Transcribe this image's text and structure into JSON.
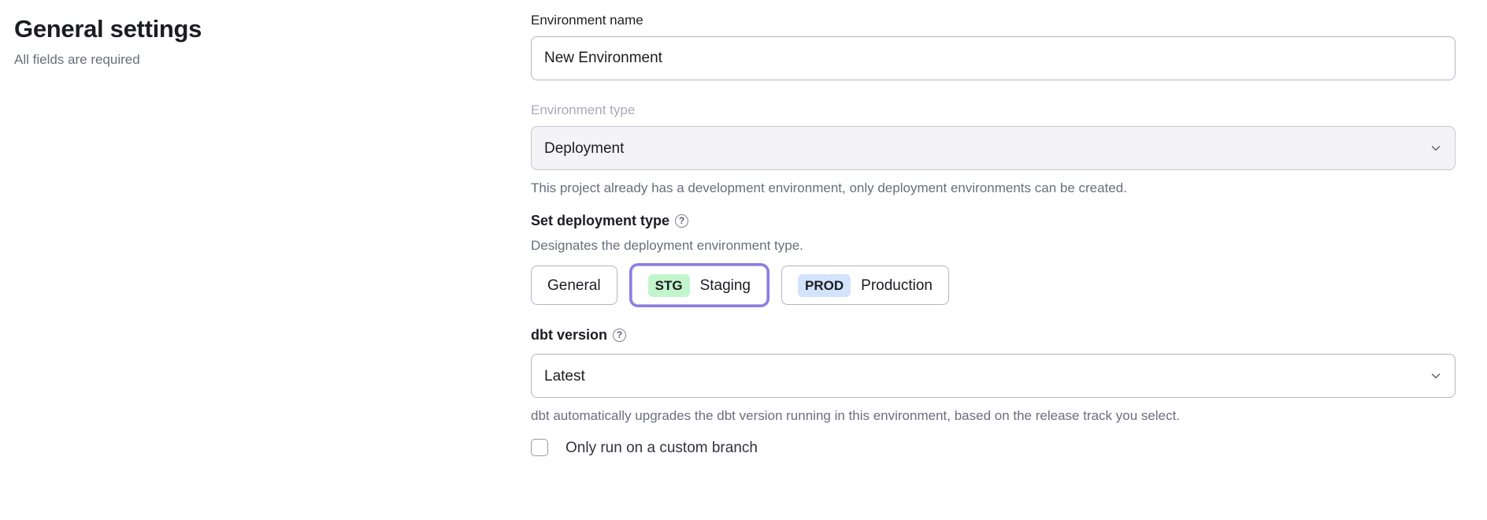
{
  "header": {
    "title": "General settings",
    "subtitle": "All fields are required"
  },
  "form": {
    "environment_name": {
      "label": "Environment name",
      "value": "New Environment",
      "placeholder": "Environment name"
    },
    "environment_type": {
      "label": "Environment type",
      "value": "Deployment",
      "disabled": true,
      "chevron_icon": "chevron-down-icon",
      "help_text": "This project already has a development environment, only deployment environments can be created."
    },
    "deployment_type": {
      "label": "Set deployment type",
      "help_icon": "question-circle-icon",
      "description": "Designates the deployment environment type.",
      "options": [
        {
          "badge": "",
          "label": "General",
          "selected": false
        },
        {
          "badge": "STG",
          "label": "Staging",
          "selected": true
        },
        {
          "badge": "PROD",
          "label": "Production",
          "selected": false
        }
      ]
    },
    "dbt_version": {
      "label": "dbt version",
      "help_icon": "question-circle-icon",
      "value": "Latest",
      "chevron_icon": "chevron-down-icon",
      "help_text": "dbt automatically upgrades the dbt version running in this environment, based on the release track you select."
    },
    "custom_branch": {
      "label": "Only run on a custom branch",
      "checked": false
    }
  },
  "colors": {
    "focus_ring": "#8b7af0",
    "badge_staging_bg": "#c3f5cd",
    "badge_prod_bg": "#d3e3fb",
    "text_primary": "#1c1d22",
    "text_muted": "#6b6e7b",
    "border": "#b4b6c0"
  }
}
